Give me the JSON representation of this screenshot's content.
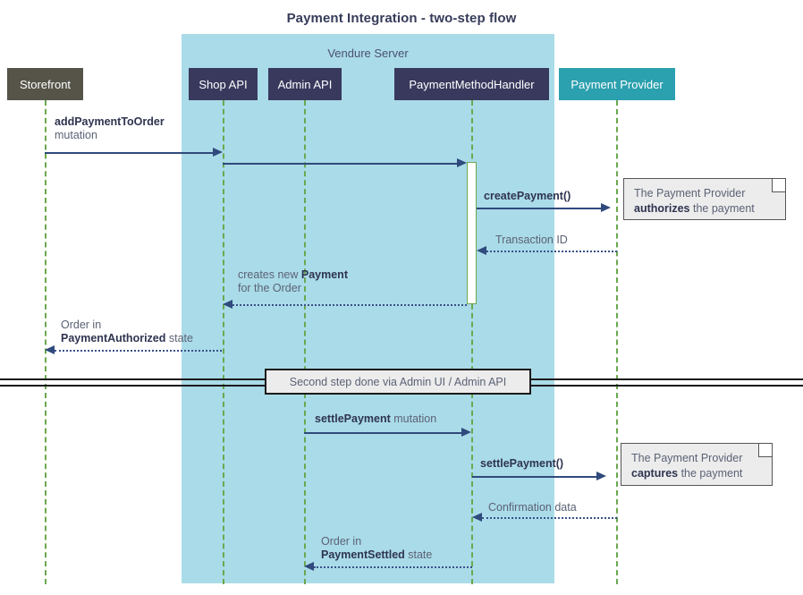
{
  "diagram": {
    "title": "Payment Integration - two-step flow",
    "type": "sequence-diagram",
    "group": {
      "label": "Vendure Server",
      "color": "#aadbe8"
    },
    "participants": [
      {
        "id": "storefront",
        "label": "Storefront",
        "color": "#565449"
      },
      {
        "id": "shop-api",
        "label": "Shop API",
        "color": "#39395e"
      },
      {
        "id": "admin-api",
        "label": "Admin API",
        "color": "#39395e"
      },
      {
        "id": "payment-method-handler",
        "label": "PaymentMethodHandler",
        "color": "#39395e"
      },
      {
        "id": "payment-provider",
        "label": "Payment Provider",
        "color": "#2ba0ae"
      }
    ],
    "messages": [
      {
        "id": "add-payment-to-order",
        "from": "storefront",
        "to": "shop-api",
        "style": "solid",
        "direction": "right",
        "label_bold": "addPaymentToOrder",
        "label_rest": "",
        "label_line2": "mutation"
      },
      {
        "id": "shop-api-to-handler",
        "from": "shop-api",
        "to": "payment-method-handler",
        "style": "solid",
        "direction": "right",
        "label_bold": "",
        "label_rest": ""
      },
      {
        "id": "create-payment",
        "from": "payment-method-handler",
        "to": "payment-provider",
        "style": "solid",
        "direction": "right",
        "label_bold": "createPayment()",
        "label_rest": ""
      },
      {
        "id": "transaction-id",
        "from": "payment-provider",
        "to": "payment-method-handler",
        "style": "dotted",
        "direction": "left",
        "label_bold": "",
        "label_rest": "Transaction ID"
      },
      {
        "id": "creates-new-payment",
        "from": "payment-method-handler",
        "to": "shop-api",
        "style": "dotted",
        "direction": "left",
        "label_pre": "creates new ",
        "label_bold": "Payment",
        "label_line2": "for the Order"
      },
      {
        "id": "order-payment-authorized",
        "from": "shop-api",
        "to": "storefront",
        "style": "dotted",
        "direction": "left",
        "label_line1": "Order in",
        "label_bold": "PaymentAuthorized",
        "label_post": " state"
      },
      {
        "id": "settle-payment-mutation",
        "from": "admin-api",
        "to": "payment-method-handler",
        "style": "solid",
        "direction": "right",
        "label_bold": "settlePayment",
        "label_post": " mutation"
      },
      {
        "id": "settle-payment-call",
        "from": "payment-method-handler",
        "to": "payment-provider",
        "style": "solid",
        "direction": "right",
        "label_bold": "settlePayment()",
        "label_rest": ""
      },
      {
        "id": "confirmation-data",
        "from": "payment-provider",
        "to": "payment-method-handler",
        "style": "dotted",
        "direction": "left",
        "label_bold": "",
        "label_rest": "Confirmation data"
      },
      {
        "id": "order-payment-settled",
        "from": "payment-method-handler",
        "to": "admin-api",
        "style": "dotted",
        "direction": "left",
        "label_line1": "Order in",
        "label_bold": "PaymentSettled",
        "label_post": " state"
      }
    ],
    "notes": [
      {
        "id": "note-authorizes",
        "line1": "The Payment Provider",
        "bold": "authorizes",
        "post": " the payment"
      },
      {
        "id": "note-captures",
        "line1": "The Payment Provider",
        "bold": "captures",
        "post": " the payment"
      }
    ],
    "divider": {
      "label": "Second step done via Admin UI / Admin API"
    }
  }
}
